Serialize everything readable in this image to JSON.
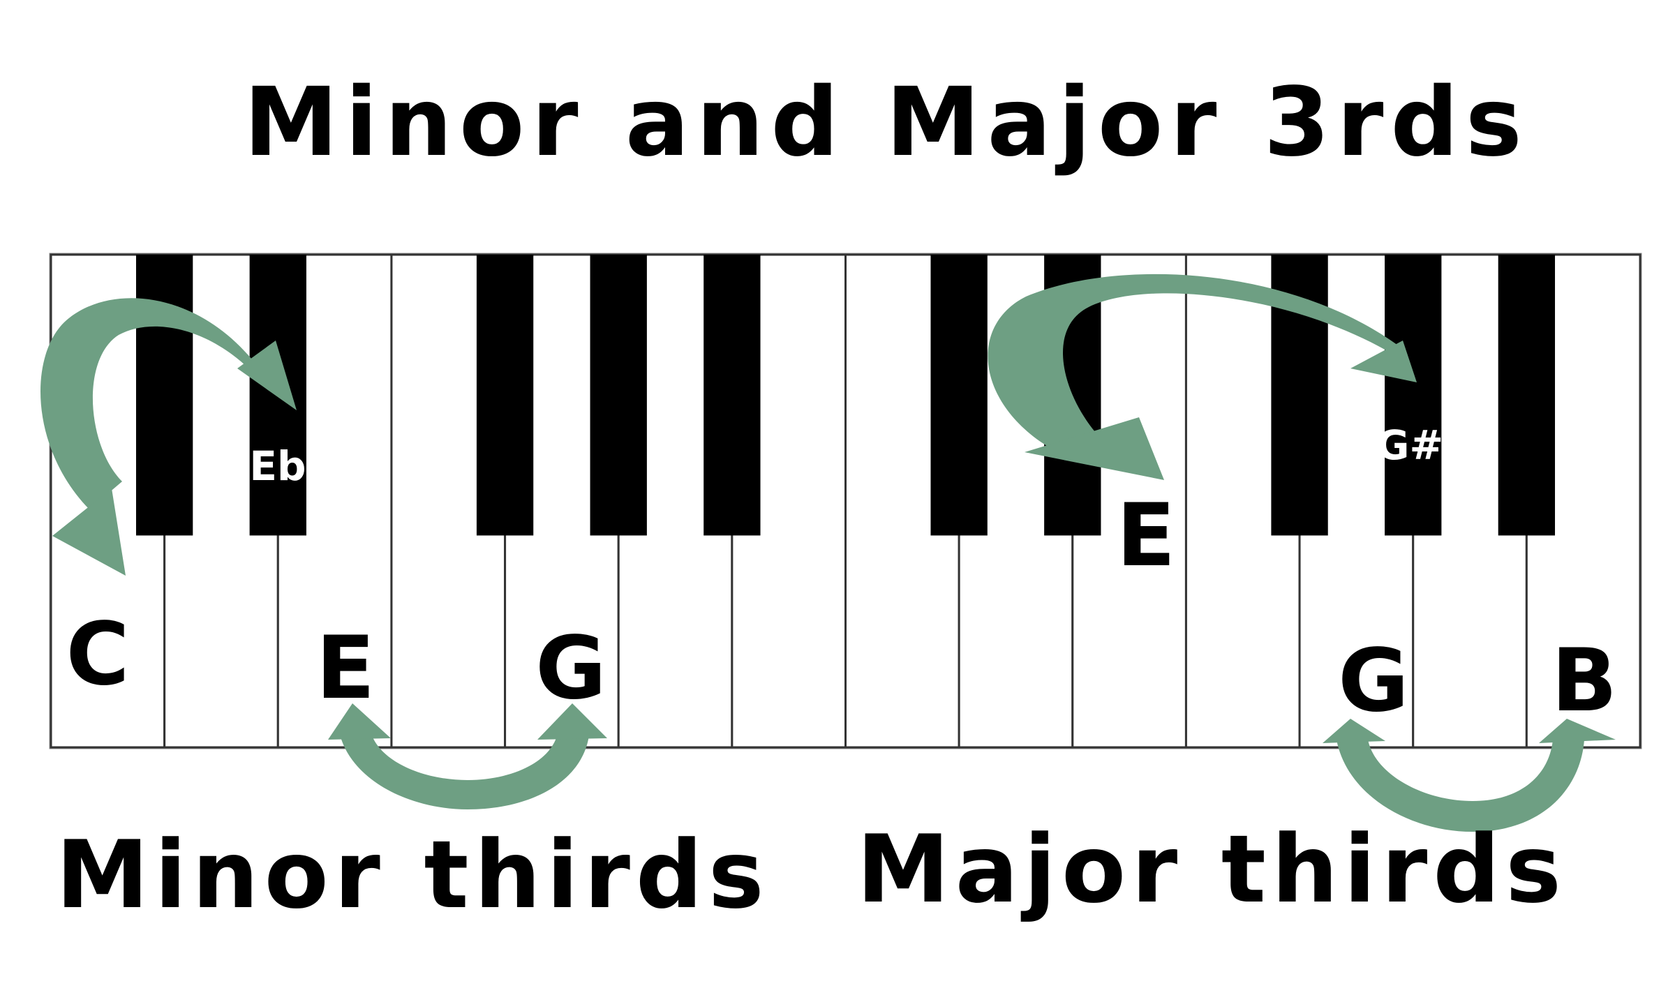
{
  "title": "Minor and Major 3rds",
  "captions": {
    "minor": "Minor thirds",
    "major": "Major thirds"
  },
  "keyboard": {
    "white_key_count": 14,
    "black_keys": [
      "C#",
      "D#",
      "F#",
      "G#",
      "A#",
      "C#",
      "D#",
      "F#",
      "G#",
      "A#"
    ]
  },
  "note_labels": {
    "c": "C",
    "e_low": "E",
    "g_low": "G",
    "eb": "Eb",
    "e_high": "E",
    "g_high": "G",
    "b": "B",
    "gsharp": "G#"
  },
  "colors": {
    "arrow": "#6e9f83",
    "black_key": "#000000",
    "white_key": "#ffffff",
    "key_border": "#333333",
    "text": "#000000"
  },
  "arrows": [
    {
      "name": "arrow-c-to-eb",
      "from": "C",
      "to": "Eb"
    },
    {
      "name": "arrow-e-to-g",
      "from": "E",
      "to": "G"
    },
    {
      "name": "arrow-e-to-gsharp",
      "from": "E",
      "to": "G#"
    },
    {
      "name": "arrow-g-to-b",
      "from": "G",
      "to": "B"
    }
  ]
}
